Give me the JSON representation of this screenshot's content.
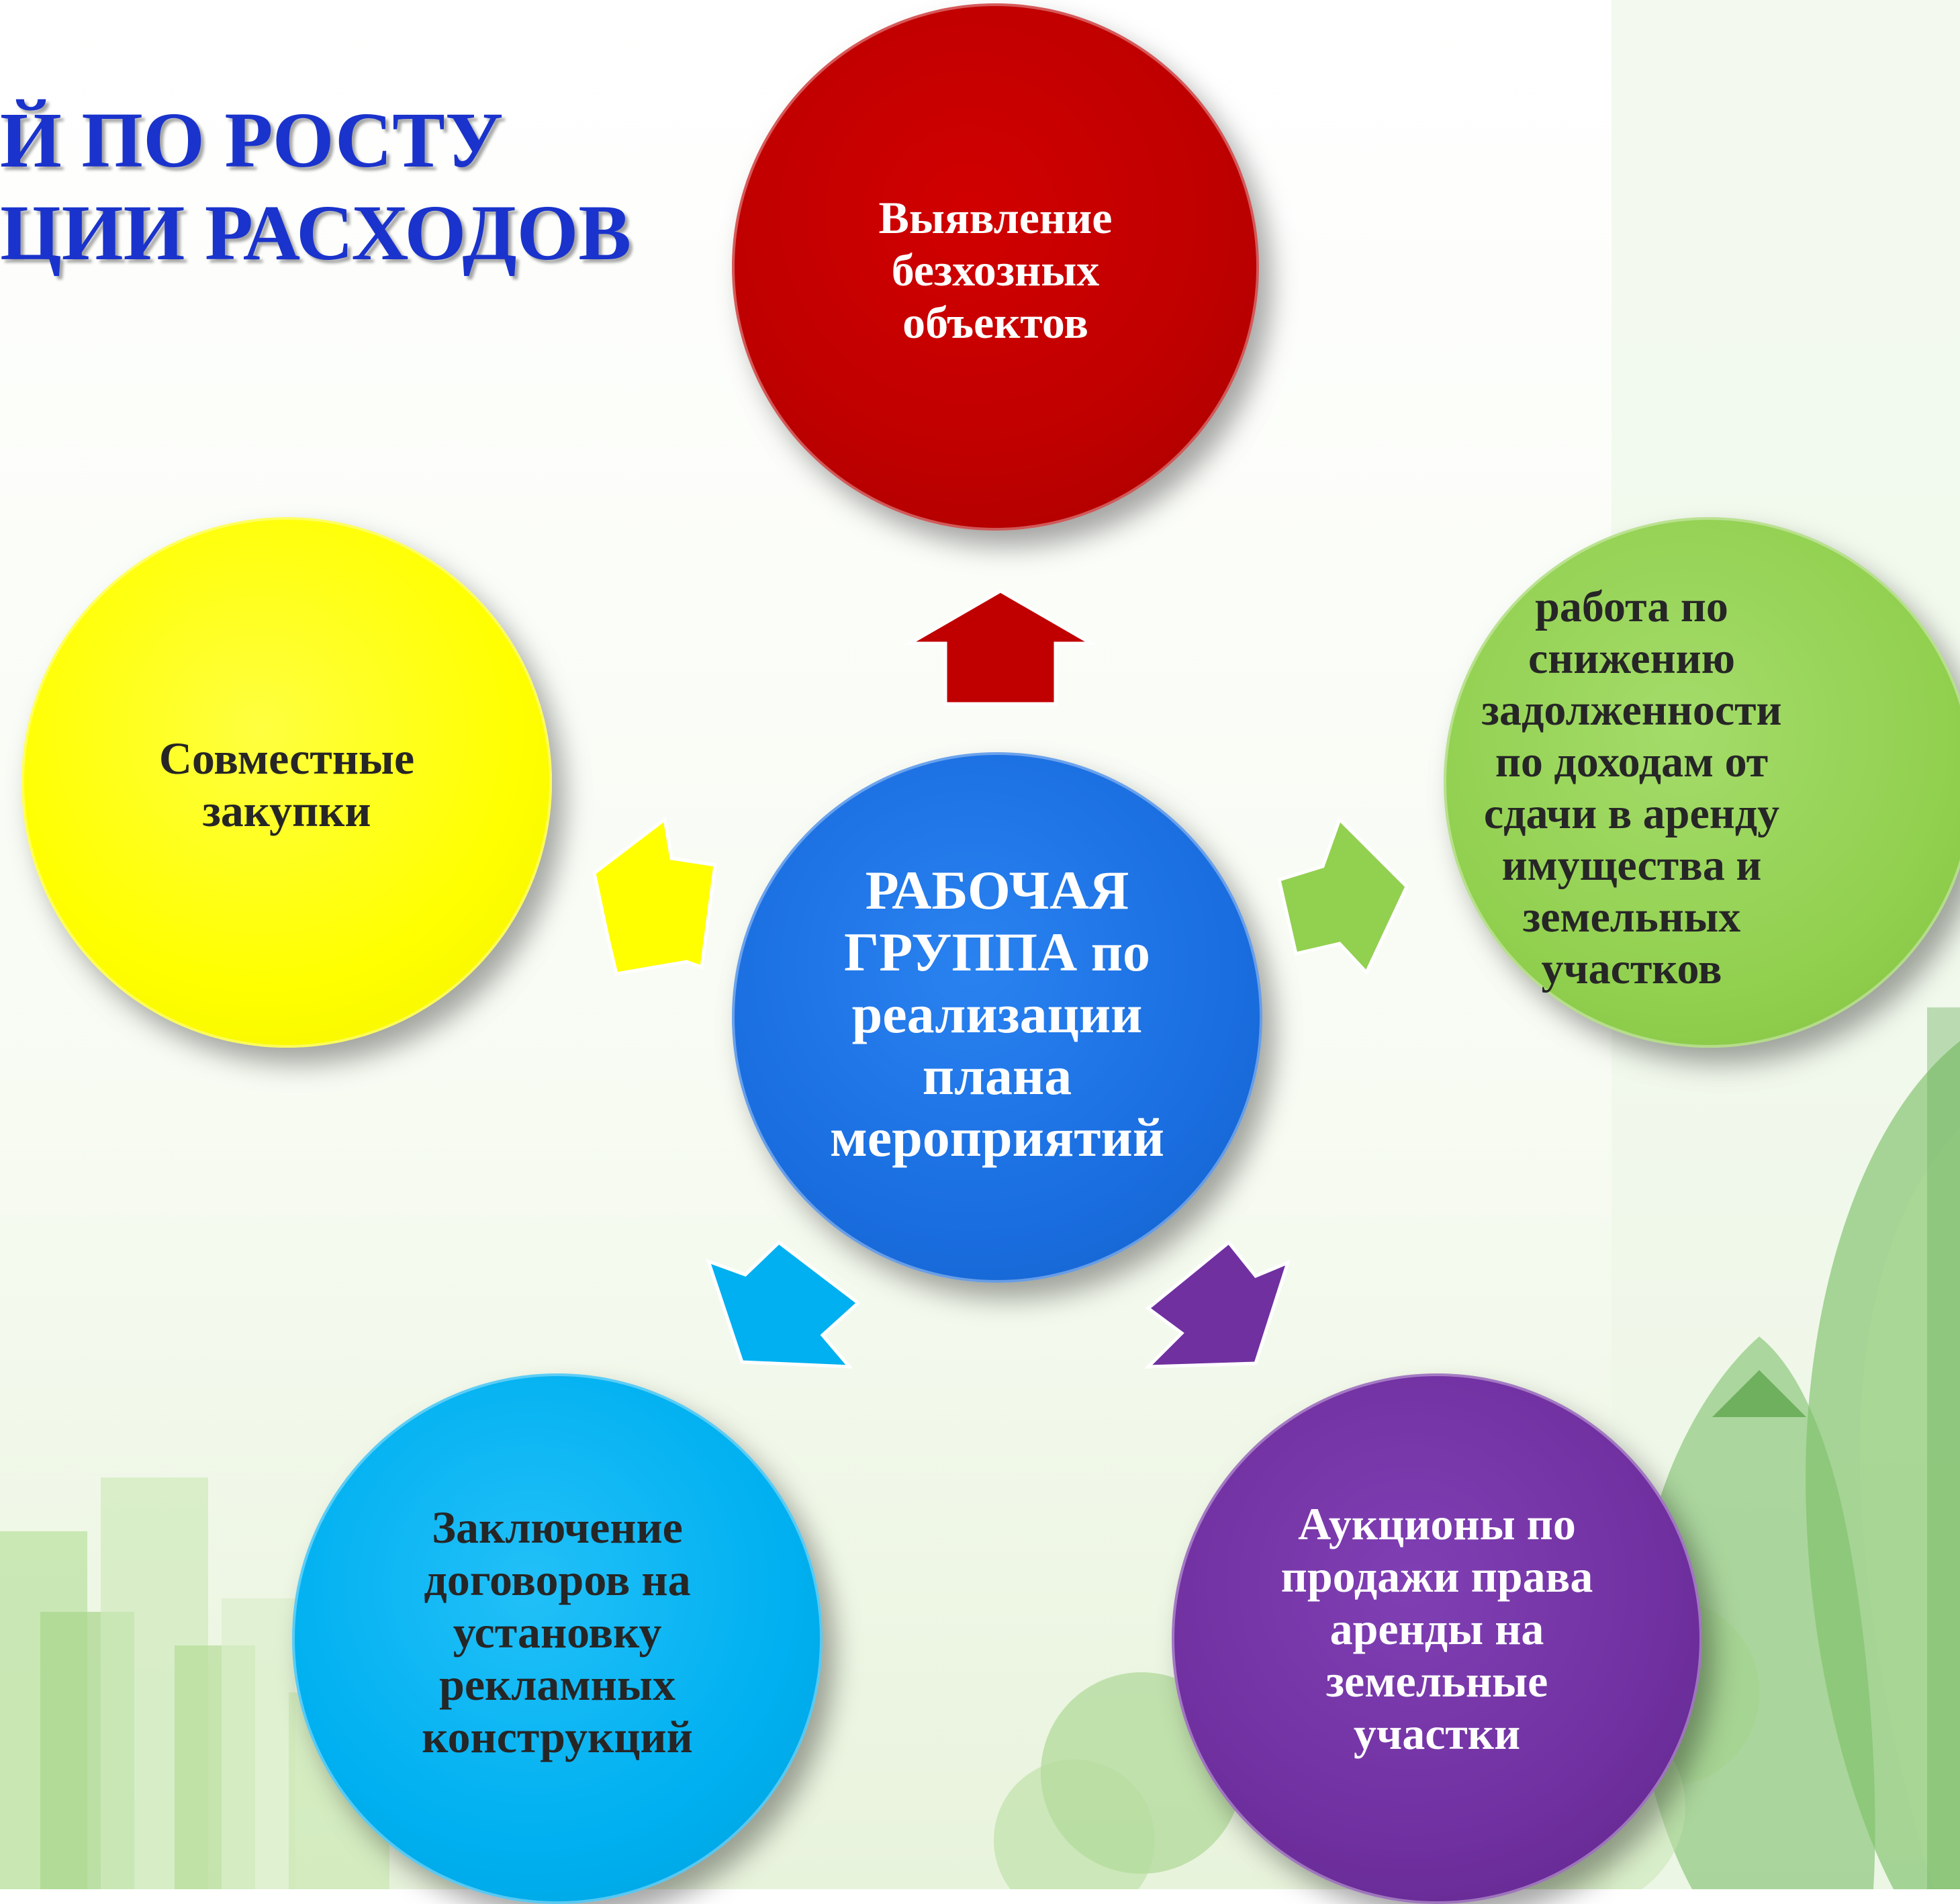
{
  "title": {
    "line1": "Й ПО РОСТУ",
    "line2": "ЦИИ РАСХОДОВ"
  },
  "colors": {
    "center": "#1a6ee0",
    "top": "#c00000",
    "left": "#ffff00",
    "right": "#92d050",
    "bottom_left": "#00b0f0",
    "bottom_right": "#7030a0",
    "title": "#1a33cc"
  },
  "nodes": {
    "center": {
      "lines": [
        "РАБОЧАЯ",
        "ГРУППА  по",
        "реализации",
        "плана",
        "мероприятий"
      ]
    },
    "top": {
      "lines": [
        "Выявление",
        "безхозных",
        "объектов"
      ]
    },
    "left": {
      "lines": [
        "Совместные",
        "закупки"
      ]
    },
    "right": {
      "lines": [
        "работа по",
        "снижению",
        "задолженности",
        "по доходам от",
        "сдачи в аренду",
        "имущества и",
        "земельных",
        "участков"
      ]
    },
    "bottom_left": {
      "lines": [
        "Заключение",
        "договоров на",
        "установку",
        "рекламных",
        "конструкций"
      ]
    },
    "bottom_right": {
      "lines": [
        "Аукционы по",
        "продажи права",
        "аренды на",
        "земельные",
        "участки"
      ]
    }
  }
}
